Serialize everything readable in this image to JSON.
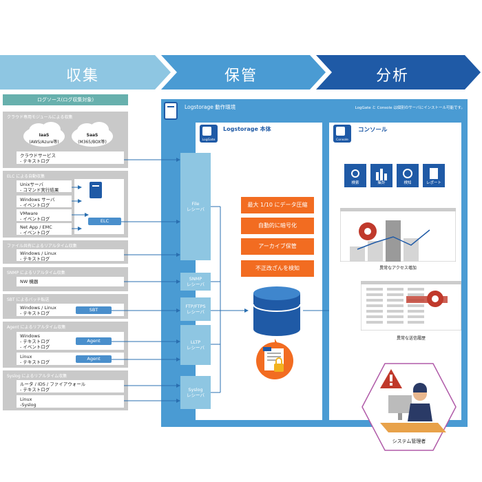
{
  "stages": {
    "collect": "収集",
    "store": "保管",
    "analyze": "分析"
  },
  "log_sources_header": "ログソース(ログ収集対象)",
  "cloud": {
    "title": "クラウド専用モジュールによる収集",
    "iaas": {
      "name": "IaaS",
      "sub": "(AWS/Azure等)"
    },
    "saas": {
      "name": "SaaS",
      "sub": "(M365/BOX等)"
    },
    "item": "クラウドサービス\n- テキストログ"
  },
  "elc": {
    "title": "ELC による自動収集",
    "items": [
      "Unixサーバ\n- コマンド実行結果",
      "Windows サーバ\n- イベントログ",
      "VMware\n- イベントログ",
      "Net App / EMC\n- イベントログ"
    ],
    "badge": "ELC"
  },
  "fileshare": {
    "title": "ファイル共有によるリアルタイム収集",
    "item": "Windows / Linux\n- テキストログ"
  },
  "snmp": {
    "title": "SNMP によるリアルタイム収集",
    "item": "NW 機器"
  },
  "sbt": {
    "title": "SBT によるバッチ転送",
    "item": "Windows / Linux\n- テキストログ",
    "badge": "SBT"
  },
  "agent": {
    "title": "Agent によるリアルタイム収集",
    "items": [
      "Windows\n- テキストログ\n- イベントログ",
      "Linux\n- テキストログ"
    ],
    "badge": "Agent"
  },
  "syslog": {
    "title": "Syslog によるリアルタイム収集",
    "items": [
      "ルータ / IDS / ファイアウォール\n- テキストログ",
      "Linux\n-Syslog"
    ]
  },
  "env": {
    "title": "Logstorage 動作環境",
    "note": "LogGate と Console は個別のサーバにインストール可能です。"
  },
  "body_panel": {
    "title": "Logstorage 本体",
    "icon_label": "LogGate"
  },
  "receivers": [
    "File\nレシーバ",
    "SNMP\nレシーバ",
    "FTP/FTPS\nレシーバ",
    "LLTP\nレシーバ",
    "Syslog\nレシーバ"
  ],
  "features": [
    "最大 1/10 にデータ圧縮",
    "自動的に暗号化",
    "アーカイブ保管",
    "不正改ざんを検知"
  ],
  "console": {
    "title": "コンソール",
    "icon_label": "Console",
    "tools": [
      "検索",
      "集計",
      "検知",
      "レポート"
    ],
    "caption1": "異常なアクセス増加",
    "caption2": "異常な送信履歴"
  },
  "admin": "システム管理者",
  "colors": {
    "stage1": "#8ec6e2",
    "stage2": "#4a9bd3",
    "stage3": "#1f5aa6",
    "accent": "#f26c21",
    "navy": "#1f5aa6"
  }
}
